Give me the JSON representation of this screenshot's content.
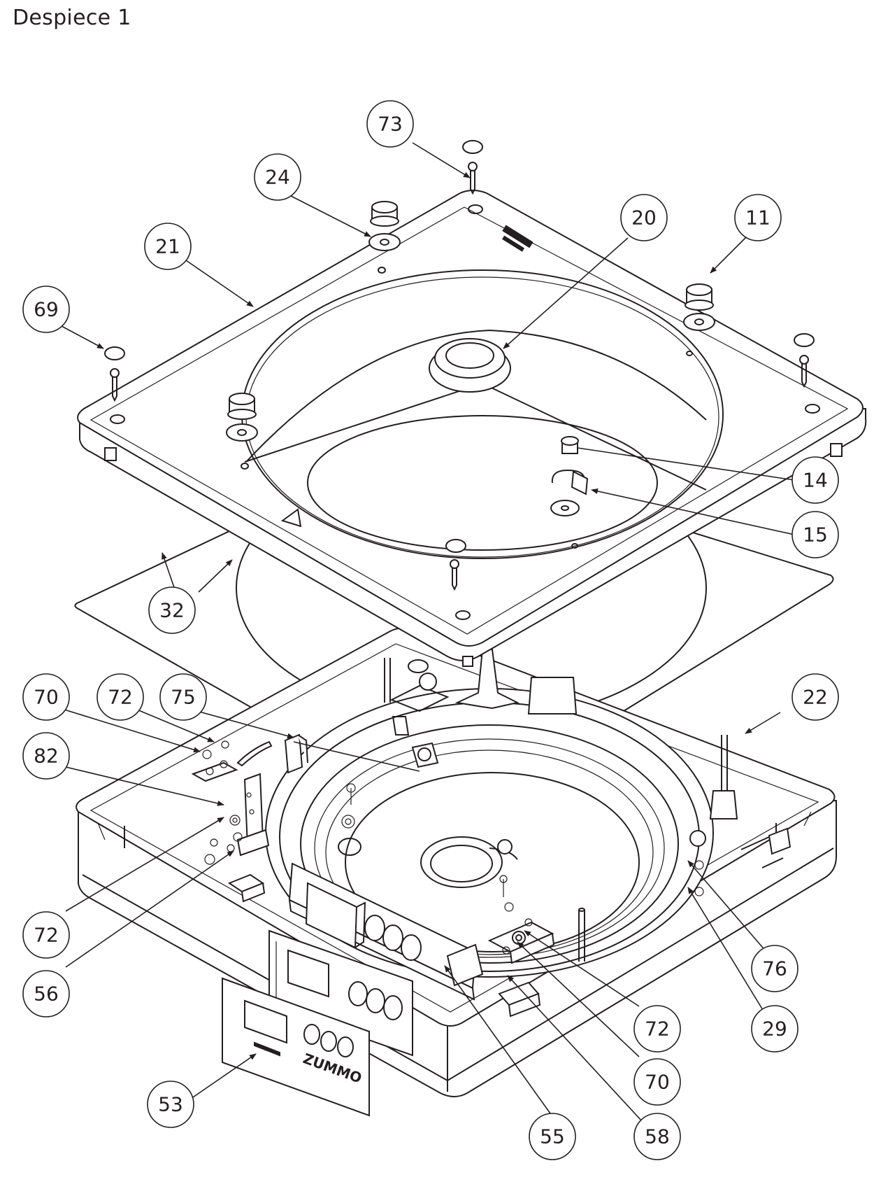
{
  "title": "Despiece 1",
  "callouts": [
    {
      "label": "73",
      "name": "callout-73"
    },
    {
      "label": "24",
      "name": "callout-24"
    },
    {
      "label": "20",
      "name": "callout-20"
    },
    {
      "label": "11",
      "name": "callout-11"
    },
    {
      "label": "21",
      "name": "callout-21"
    },
    {
      "label": "69",
      "name": "callout-69"
    },
    {
      "label": "14",
      "name": "callout-14"
    },
    {
      "label": "15",
      "name": "callout-15"
    },
    {
      "label": "32",
      "name": "callout-32"
    },
    {
      "label": "70",
      "name": "callout-70-left"
    },
    {
      "label": "72",
      "name": "callout-72-top"
    },
    {
      "label": "75",
      "name": "callout-75"
    },
    {
      "label": "22",
      "name": "callout-22"
    },
    {
      "label": "82",
      "name": "callout-82"
    },
    {
      "label": "72",
      "name": "callout-72-left"
    },
    {
      "label": "76",
      "name": "callout-76"
    },
    {
      "label": "56",
      "name": "callout-56"
    },
    {
      "label": "72",
      "name": "callout-72-bottom"
    },
    {
      "label": "29",
      "name": "callout-29"
    },
    {
      "label": "53",
      "name": "callout-53"
    },
    {
      "label": "70",
      "name": "callout-70-bottom"
    },
    {
      "label": "55",
      "name": "callout-55"
    },
    {
      "label": "58",
      "name": "callout-58"
    }
  ],
  "part_markings": {
    "brand_plate": "ZUMMO"
  },
  "colors": {
    "line": "#231f20",
    "background": "#ffffff"
  }
}
